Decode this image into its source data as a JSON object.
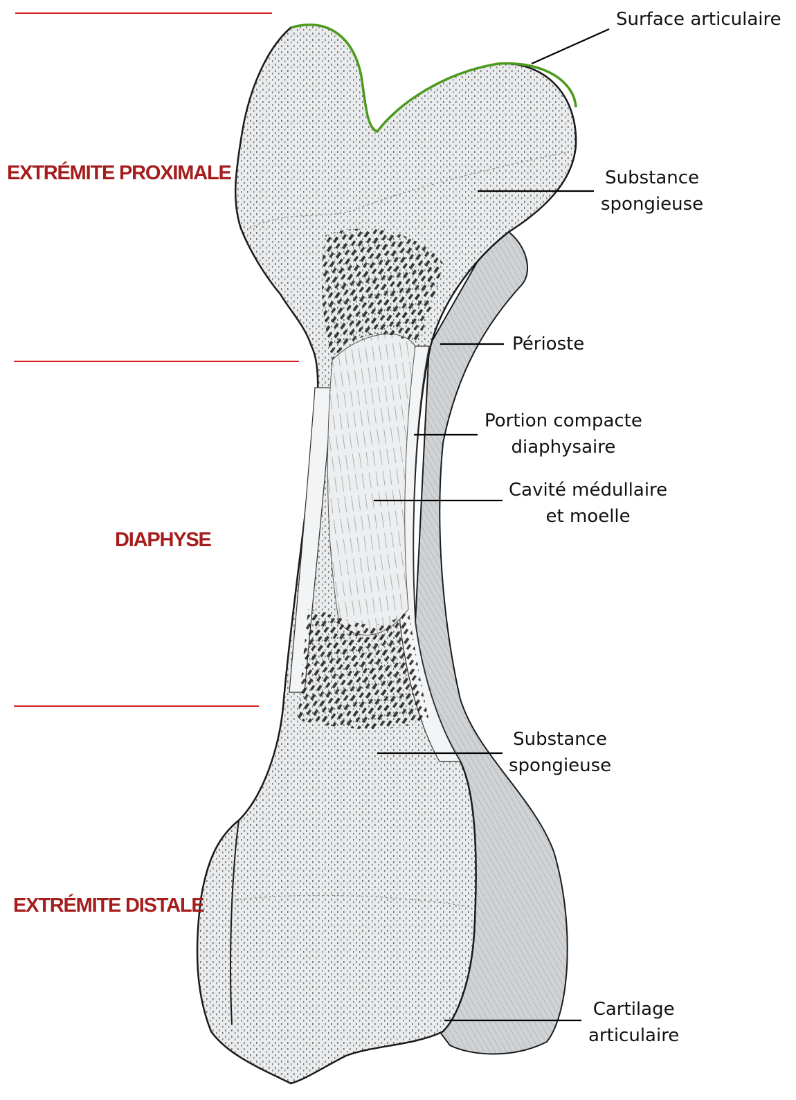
{
  "colors": {
    "region_label": "#a51d1d",
    "region_divider": "#d42020",
    "articular_surface": "#4c9a1c",
    "bone_fill": "#e9ebec",
    "bone_shade": "#cfd3d6",
    "ink": "#1a1a1a"
  },
  "regions": {
    "proximal": "EXTRÉMITE PROXIMALE",
    "diaphysis": "DIAPHYSE",
    "distal": "EXTRÉMITE DISTALE"
  },
  "callouts": {
    "surface_articulaire": "Surface articulaire",
    "substance_spongieuse_top": {
      "line1": "Substance",
      "line2": "spongieuse"
    },
    "perioste": "Périoste",
    "portion_compacte": {
      "line1": "Portion compacte",
      "line2": "diaphysaire"
    },
    "cavite_medullaire": {
      "line1": "Cavité médullaire",
      "line2": "et moelle"
    },
    "substance_spongieuse_bottom": {
      "line1": "Substance",
      "line2": "spongieuse"
    },
    "cartilage_articulaire": {
      "line1": "Cartilage",
      "line2": "articulaire"
    }
  }
}
